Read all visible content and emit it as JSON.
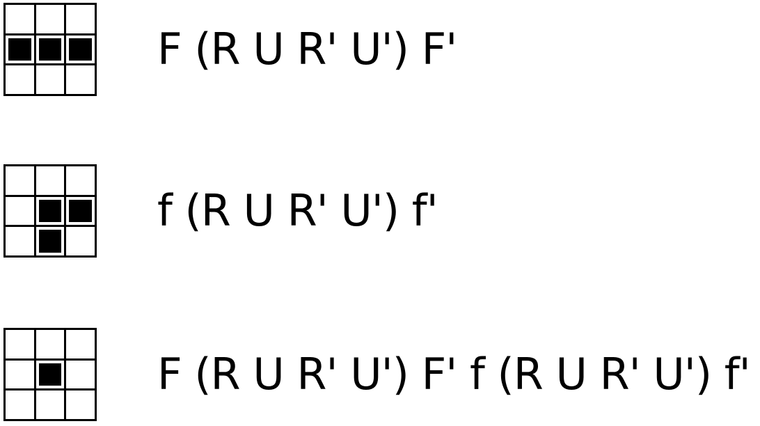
{
  "patterns": [
    {
      "cells": [
        0,
        0,
        0,
        1,
        1,
        1,
        0,
        0,
        0
      ],
      "algorithm": "F (R U R' U') F'"
    },
    {
      "cells": [
        0,
        0,
        0,
        0,
        1,
        1,
        0,
        1,
        0
      ],
      "algorithm": "f (R U R' U') f'"
    },
    {
      "cells": [
        0,
        0,
        0,
        0,
        1,
        0,
        0,
        0,
        0
      ],
      "algorithm": "F (R U R' U') F' f (R U R' U') f'"
    }
  ]
}
